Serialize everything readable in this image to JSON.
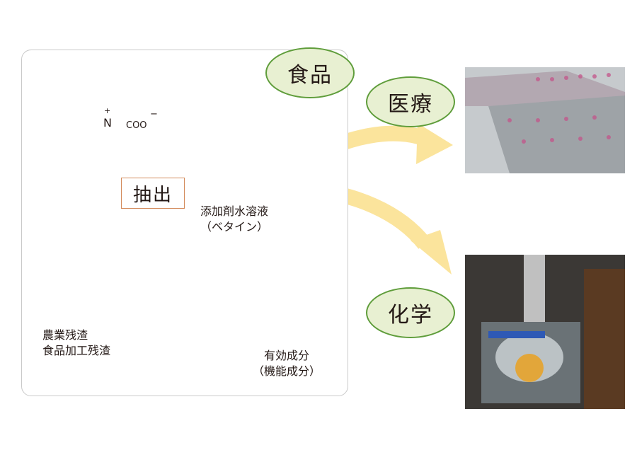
{
  "ellipses": {
    "food": "食品",
    "medical": "医療",
    "chemistry": "化学"
  },
  "extraction": "抽出",
  "molecule": {
    "carboxylate": "COO",
    "nitrogen": "N",
    "plus": "+",
    "minus": "−"
  },
  "additive": {
    "line1": "添加剤水溶液",
    "line2": "（ベタイン）"
  },
  "residue": {
    "line1": "農業残渣",
    "line2": "食品加工残渣"
  },
  "active": {
    "line1": "有効成分",
    "line2": "（機能成分）"
  },
  "colors": {
    "ellipse_fill": "#e8f0d2",
    "ellipse_border": "#5f9d3b",
    "arrow_yellow": "#fbe49c",
    "arrow_tan": "#dcb299",
    "extract_border": "#d38a5a"
  }
}
